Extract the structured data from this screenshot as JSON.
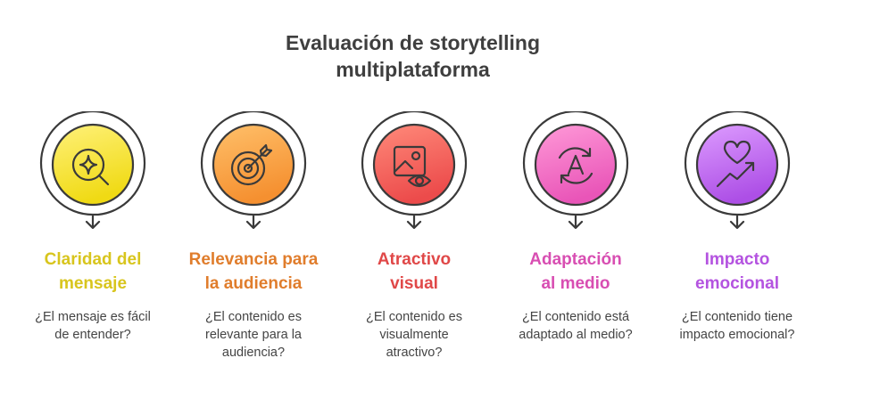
{
  "title": {
    "line1": "Evaluación de storytelling",
    "line2": "multiplataforma"
  },
  "steps": [
    {
      "id": "claridad",
      "icon": "magnifier-sparkle-icon",
      "heading_lines": [
        "Claridad del",
        "mensaje"
      ],
      "question_lines": [
        "¿El mensaje es fácil",
        "de entender?"
      ],
      "color": "#d8c51d",
      "circle_from": "#fff17a",
      "circle_to": "#f0da14"
    },
    {
      "id": "relevancia",
      "icon": "target-arrow-icon",
      "heading_lines": [
        "Relevancia para",
        "la audiencia"
      ],
      "question_lines": [
        "¿El contenido es",
        "relevante para la",
        "audiencia?"
      ],
      "color": "#e07d2c",
      "circle_from": "#ffc06a",
      "circle_to": "#f59030"
    },
    {
      "id": "atractivo",
      "icon": "image-eye-icon",
      "heading_lines": [
        "Atractivo",
        "visual"
      ],
      "question_lines": [
        "¿El contenido es",
        "visualmente",
        "atractivo?"
      ],
      "color": "#e04848",
      "circle_from": "#ff8a7a",
      "circle_to": "#ec4b4b"
    },
    {
      "id": "adaptacion",
      "icon": "text-refresh-icon",
      "heading_lines": [
        "Adaptación",
        "al medio"
      ],
      "question_lines": [
        "¿El contenido está",
        "adaptado al medio?"
      ],
      "color": "#d84eb2",
      "circle_from": "#ff9ad8",
      "circle_to": "#e955b8"
    },
    {
      "id": "impacto",
      "icon": "heart-trend-icon",
      "heading_lines": [
        "Impacto",
        "emocional"
      ],
      "question_lines": [
        "¿El contenido tiene",
        "impacto emocional?"
      ],
      "color": "#b453e0",
      "circle_from": "#dd9cff",
      "circle_to": "#ad4fe6"
    }
  ]
}
